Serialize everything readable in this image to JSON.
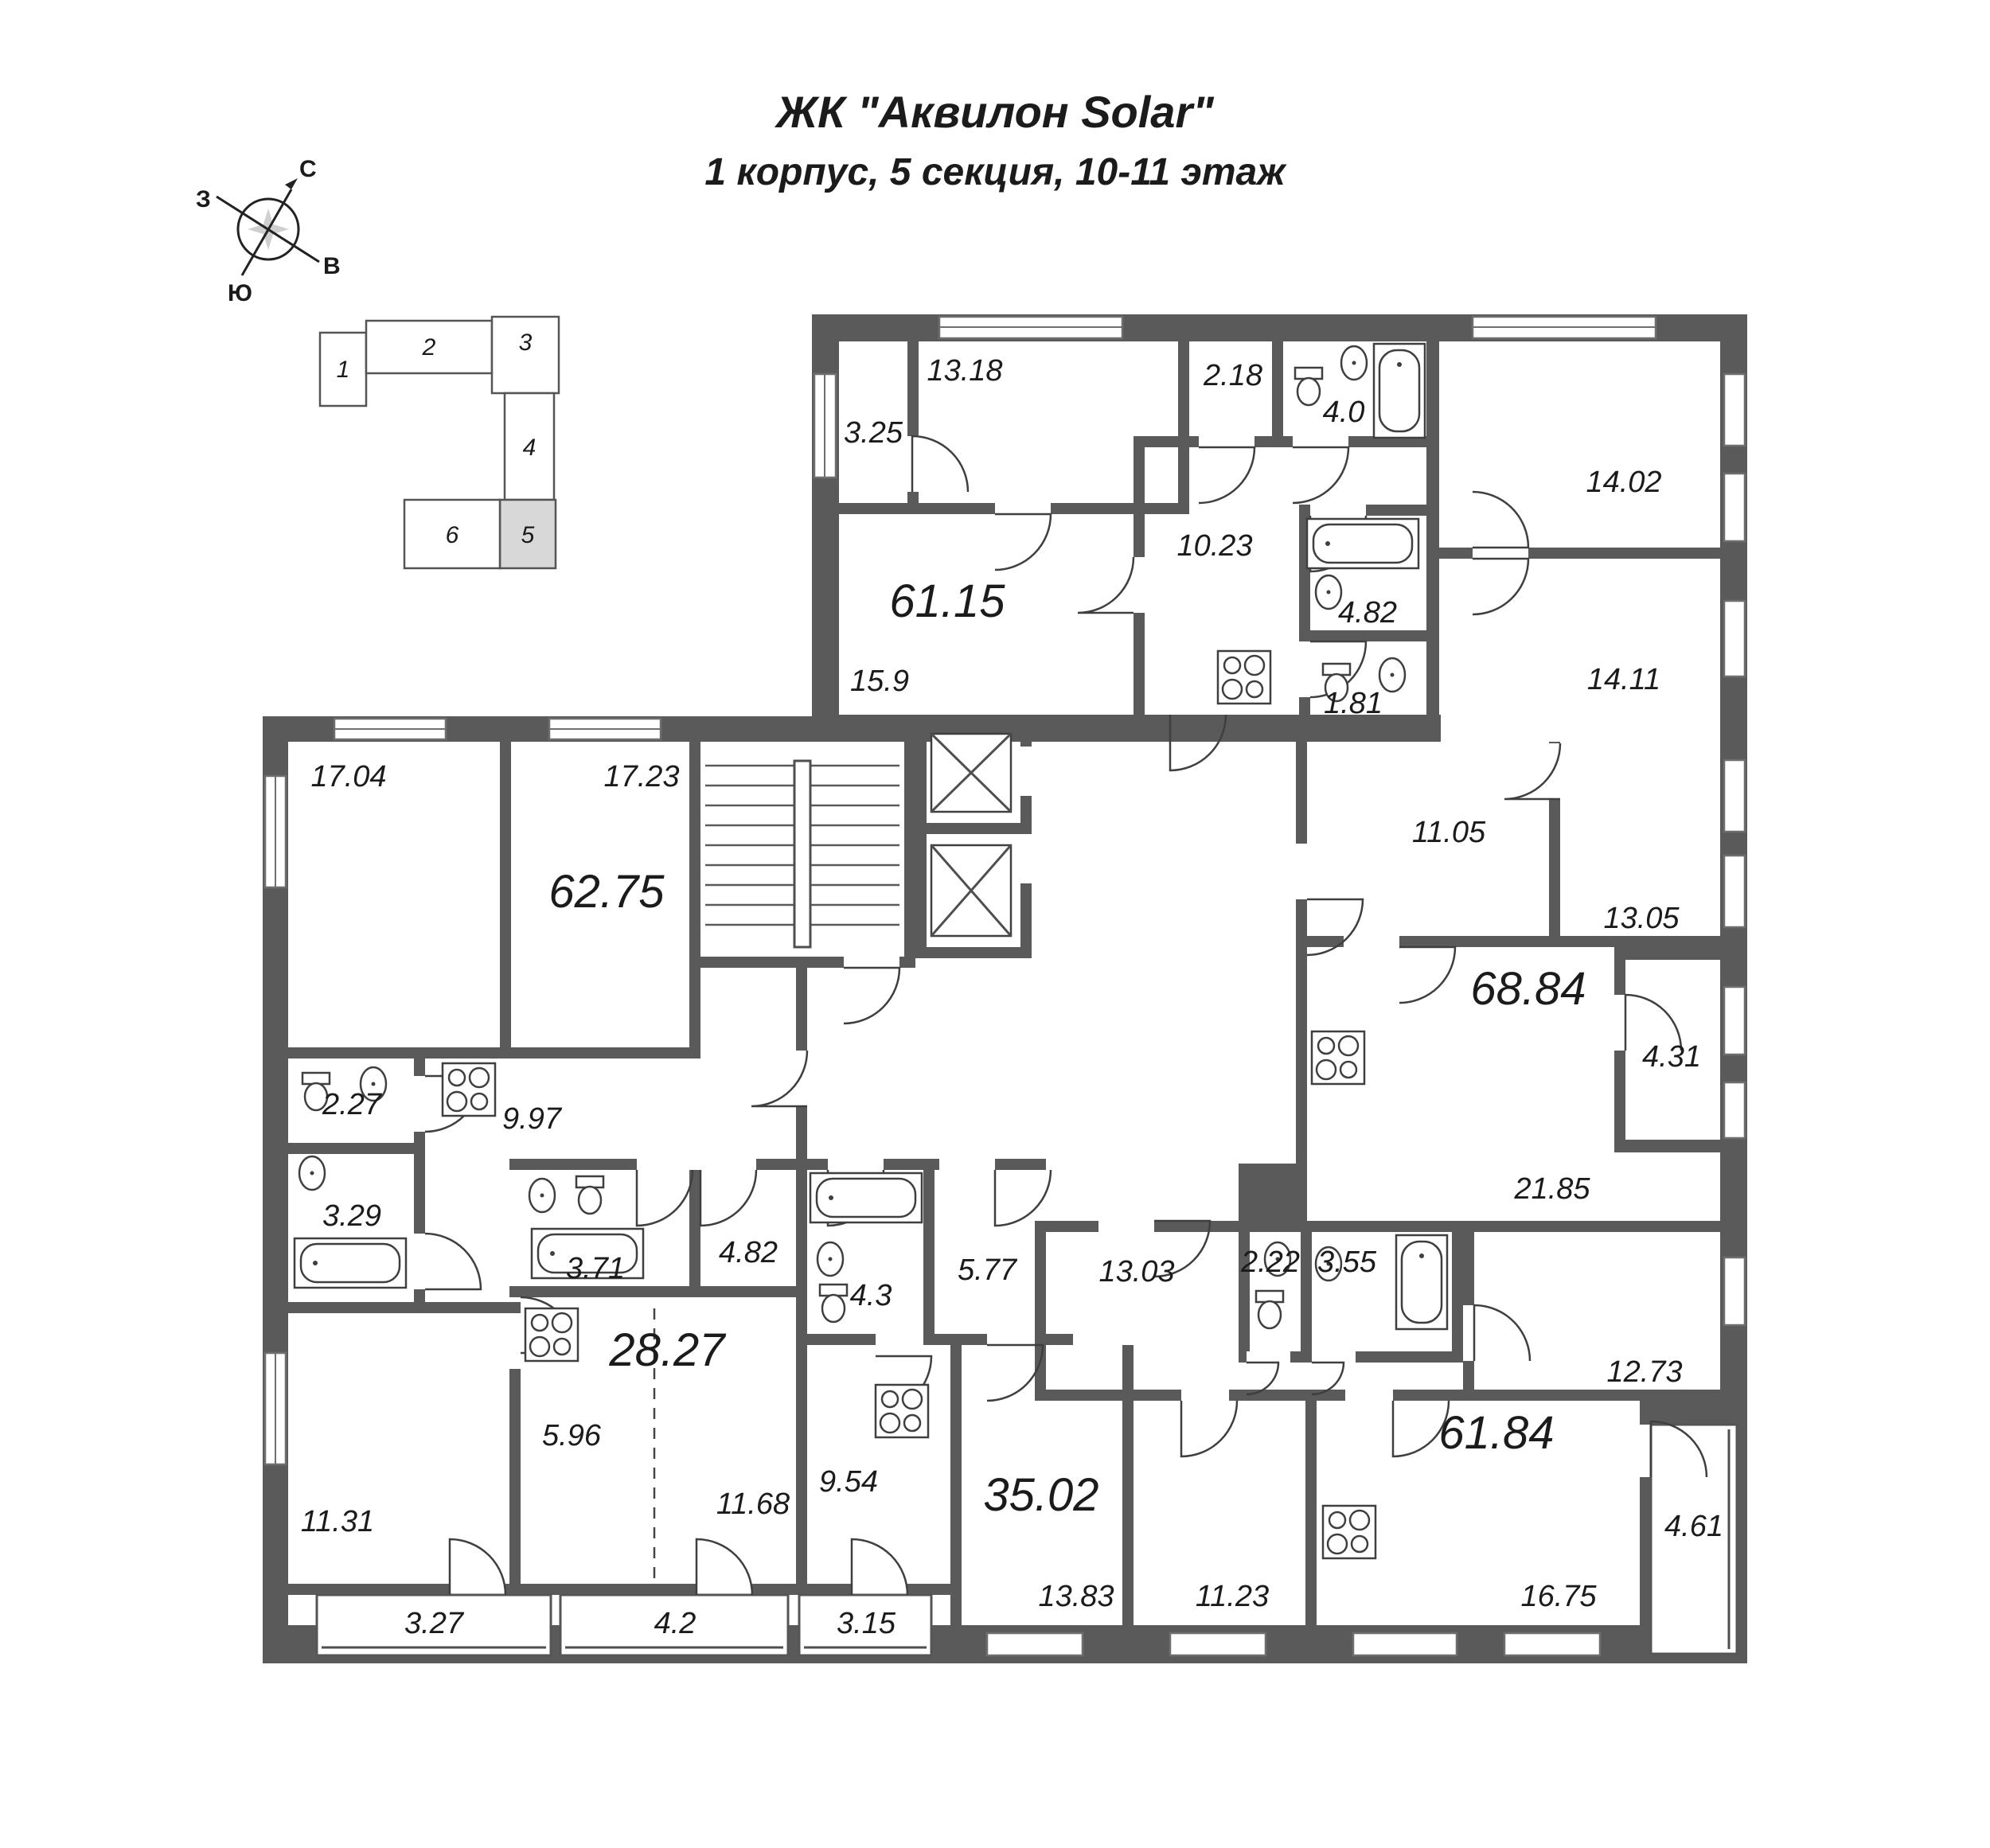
{
  "title": {
    "line1": "ЖК \"Аквилон Solar\"",
    "line2": "1 корпус, 5 секция, 10-11 этаж"
  },
  "compass": {
    "north": "С",
    "west": "З",
    "east": "В",
    "south": "Ю"
  },
  "site_plan": {
    "sections": [
      "1",
      "2",
      "3",
      "4",
      "5",
      "6"
    ],
    "highlighted_section": "5",
    "highlight_color": "#d8d8d8"
  },
  "floor_plan": {
    "wall_color": "#5a5a5a",
    "apartment_totals": {
      "a61_15": "61.15",
      "a62_75": "62.75",
      "a68_84": "68.84",
      "a28_27": "28.27",
      "a35_02": "35.02",
      "a61_84": "61.84"
    },
    "rooms": {
      "r13_18": "13.18",
      "r3_25": "3.25",
      "r2_18": "2.18",
      "r4_0": "4.0",
      "r14_02": "14.02",
      "r10_23": "10.23",
      "r4_82_top": "4.82",
      "r15_9": "15.9",
      "r1_81": "1.81",
      "r14_11": "14.11",
      "r11_05": "11.05",
      "r13_05": "13.05",
      "r21_85": "21.85",
      "r4_31": "4.31",
      "r17_04": "17.04",
      "r17_23": "17.23",
      "r2_27": "2.27",
      "r9_97": "9.97",
      "r3_29": "3.29",
      "r11_31": "11.31",
      "r3_27": "3.27",
      "r3_71": "3.71",
      "r4_82_bot": "4.82",
      "r5_96": "5.96",
      "r11_68": "11.68",
      "r4_2": "4.2",
      "r9_54": "9.54",
      "r3_15": "3.15",
      "r4_3": "4.3",
      "r5_77": "5.77",
      "r13_03": "13.03",
      "r2_22": "2.22",
      "r3_55": "3.55",
      "r12_73": "12.73",
      "r16_75": "16.75",
      "r11_23": "11.23",
      "r4_61": "4.61",
      "r13_83": "13.83"
    }
  }
}
